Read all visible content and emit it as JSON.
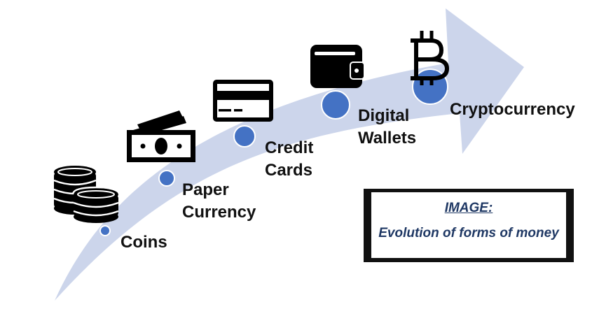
{
  "colors": {
    "arrow": "#ccd5eb",
    "dot": "#4472c4",
    "icon": "#000000",
    "caption_text": "#1f3864"
  },
  "stages": [
    {
      "icon": "coins-stack-icon",
      "lines": [
        "Coins"
      ]
    },
    {
      "icon": "banknotes-icon",
      "lines": [
        "Paper",
        "Currency"
      ]
    },
    {
      "icon": "credit-card-icon",
      "lines": [
        "Credit",
        "Cards"
      ]
    },
    {
      "icon": "wallet-icon",
      "lines": [
        "Digital",
        "Wallets"
      ]
    },
    {
      "icon": "bitcoin-icon",
      "lines": [
        "Cryptocurrency"
      ]
    }
  ],
  "caption": {
    "title": "IMAGE:",
    "text": "Evolution of forms of money"
  }
}
